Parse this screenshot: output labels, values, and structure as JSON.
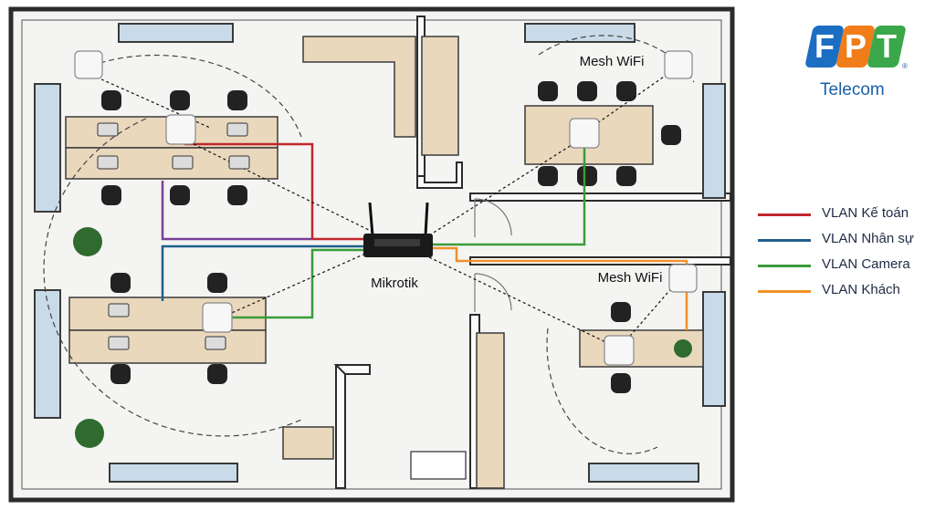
{
  "logo": {
    "letters": [
      "F",
      "P",
      "T"
    ],
    "tile_colors": [
      "#1b6ec2",
      "#f07d1a",
      "#3aa84a"
    ],
    "registered": "®",
    "subtitle": "Telecom"
  },
  "router": {
    "label": "Mikrotik"
  },
  "mesh_labels": [
    "Mesh WiFi",
    "Mesh WiFi"
  ],
  "legend": [
    {
      "label": "VLAN Kế toán",
      "color": "#c0272d"
    },
    {
      "label": "VLAN Nhân sự",
      "color": "#1f5f8b"
    },
    {
      "label": "VLAN Camera",
      "color": "#3a9b3a"
    },
    {
      "label": "VLAN Khách",
      "color": "#f0902a"
    }
  ],
  "colors": {
    "wall": "#2b2b2b",
    "floor": "#f4f4f2",
    "desk": "#ead8bd",
    "chair": "#222222",
    "access_point": "#f7f7f7",
    "coverage": "#444444",
    "plant": "#2f6b2f",
    "window": "#c9dbe8"
  }
}
